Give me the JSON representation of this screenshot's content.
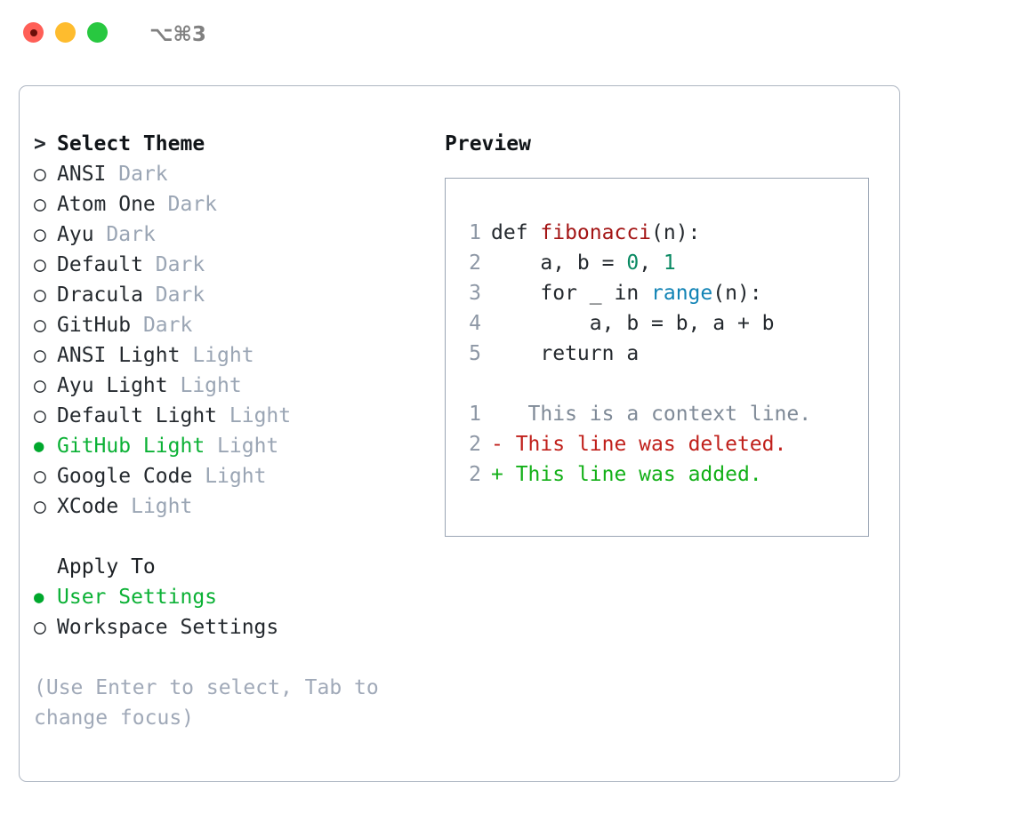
{
  "window": {
    "shortcut": "⌥⌘3",
    "traffic_lights": [
      {
        "name": "close",
        "color": "#ff5f57"
      },
      {
        "name": "minimize",
        "color": "#febc2e"
      },
      {
        "name": "maximize",
        "color": "#28c840"
      }
    ]
  },
  "theme_list": {
    "heading_marker": ">",
    "heading": "Select Theme",
    "items": [
      {
        "marker": "○",
        "label": "ANSI",
        "variant": "Dark",
        "selected": false
      },
      {
        "marker": "○",
        "label": "Atom One",
        "variant": "Dark",
        "selected": false
      },
      {
        "marker": "○",
        "label": "Ayu",
        "variant": "Dark",
        "selected": false
      },
      {
        "marker": "○",
        "label": "Default",
        "variant": "Dark",
        "selected": false
      },
      {
        "marker": "○",
        "label": "Dracula",
        "variant": "Dark",
        "selected": false
      },
      {
        "marker": "○",
        "label": "GitHub",
        "variant": "Dark",
        "selected": false
      },
      {
        "marker": "○",
        "label": "ANSI Light",
        "variant": "Light",
        "selected": false
      },
      {
        "marker": "○",
        "label": "Ayu Light",
        "variant": "Light",
        "selected": false
      },
      {
        "marker": "○",
        "label": "Default Light",
        "variant": "Light",
        "selected": false
      },
      {
        "marker": "●",
        "label": "GitHub Light",
        "variant": "Light",
        "selected": true
      },
      {
        "marker": "○",
        "label": "Google Code",
        "variant": "Light",
        "selected": false
      },
      {
        "marker": "○",
        "label": "XCode",
        "variant": "Light",
        "selected": false
      }
    ]
  },
  "apply_to": {
    "title": "Apply To",
    "options": [
      {
        "marker": "●",
        "label": "User Settings",
        "selected": true
      },
      {
        "marker": "○",
        "label": "Workspace Settings",
        "selected": false
      }
    ]
  },
  "hint": "(Use Enter to select, Tab to change focus)",
  "preview": {
    "title": "Preview",
    "code_lines": [
      {
        "num": "1",
        "tokens": [
          {
            "text": "def ",
            "type": "kw"
          },
          {
            "text": "fibonacci",
            "type": "fn"
          },
          {
            "text": "(n):",
            "type": "plain"
          }
        ]
      },
      {
        "num": "2",
        "tokens": [
          {
            "text": "    a, b = ",
            "type": "plain"
          },
          {
            "text": "0",
            "type": "num"
          },
          {
            "text": ", ",
            "type": "plain"
          },
          {
            "text": "1",
            "type": "num"
          }
        ]
      },
      {
        "num": "3",
        "tokens": [
          {
            "text": "    for _ in ",
            "type": "plain"
          },
          {
            "text": "range",
            "type": "builtin"
          },
          {
            "text": "(n):",
            "type": "plain"
          }
        ]
      },
      {
        "num": "4",
        "tokens": [
          {
            "text": "        a, b = b, a + b",
            "type": "plain"
          }
        ]
      },
      {
        "num": "5",
        "tokens": [
          {
            "text": "    return a",
            "type": "plain"
          }
        ]
      }
    ],
    "diff_lines": [
      {
        "num": "1",
        "sign": " ",
        "text": "  This is a context line.",
        "type": "context"
      },
      {
        "num": "2",
        "sign": "-",
        "text": " This line was deleted.",
        "type": "del"
      },
      {
        "num": "2",
        "sign": "+",
        "text": " This line was added.",
        "type": "add"
      }
    ]
  },
  "colors": {
    "accent_green": "#0bb135",
    "muted": "#9aa5b4",
    "border": "#aeb6c2",
    "diff_add": "#13b018",
    "diff_del": "#c0201b",
    "syntax_function": "#a31515",
    "syntax_number": "#0a8a63",
    "syntax_builtin": "#1183b5"
  }
}
